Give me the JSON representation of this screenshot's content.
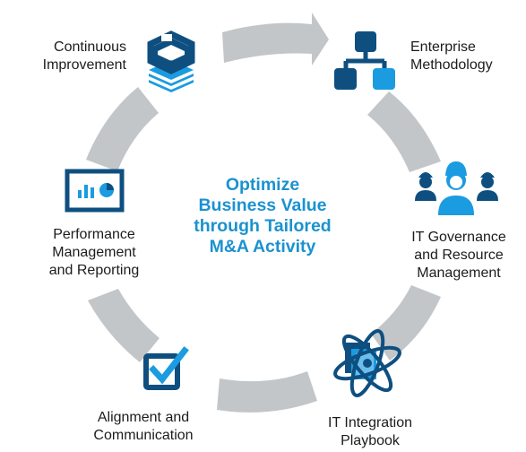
{
  "center_text": [
    "Optimize",
    "Business Value",
    "through Tailored",
    "M&A Activity"
  ],
  "steps": [
    {
      "id": "enterprise-methodology",
      "icon": "org-chart-icon",
      "label": [
        "Enterprise",
        "Methodology"
      ]
    },
    {
      "id": "it-governance",
      "icon": "people-group-icon",
      "label": [
        "IT Governance",
        "and Resource",
        "Management"
      ]
    },
    {
      "id": "it-integration-playbook",
      "icon": "atom-document-icon",
      "label": [
        "IT Integration",
        "Playbook"
      ]
    },
    {
      "id": "alignment-communication",
      "icon": "checkbox-icon",
      "label": [
        "Alignment and",
        "Communication"
      ]
    },
    {
      "id": "performance-management",
      "icon": "presentation-chart-icon",
      "label": [
        "Performance",
        "Management",
        "and Reporting"
      ]
    },
    {
      "id": "continuous-improvement",
      "icon": "layers-icon",
      "label": [
        "Continuous",
        "Improvement"
      ]
    }
  ],
  "colors": {
    "ring": "#c3c6c9",
    "dark_blue": "#0e4f80",
    "light_blue": "#1b9be0",
    "center_text": "#1b92cf",
    "label_text": "#1c1c1c"
  }
}
